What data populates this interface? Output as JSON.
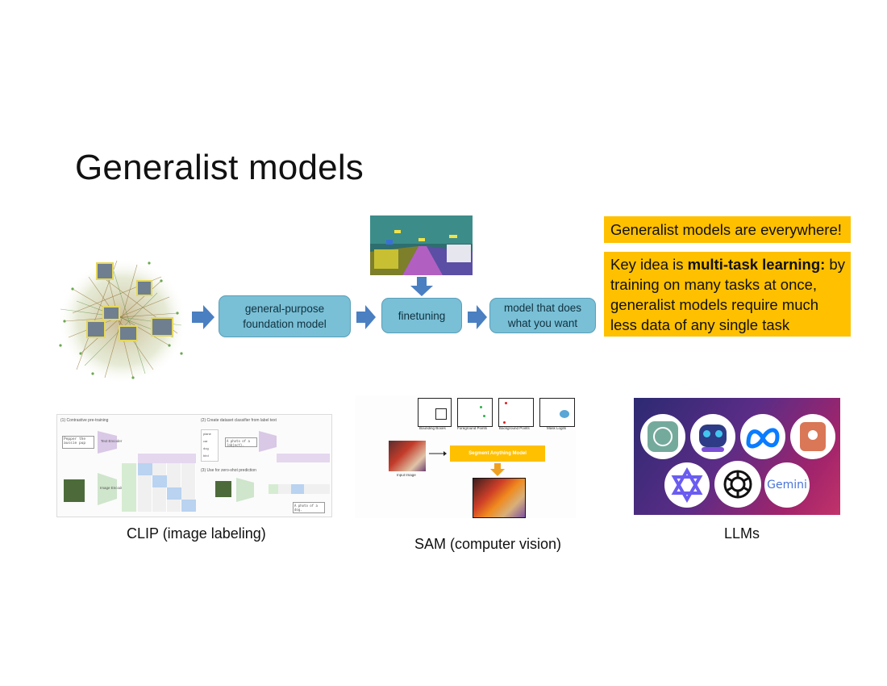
{
  "slide": {
    "title": "Generalist models"
  },
  "flow": {
    "box1": [
      "general-purpose",
      "foundation model"
    ],
    "box2": "finetuning",
    "box3": [
      "model that does",
      "what you want"
    ]
  },
  "callouts": {
    "headline": "Generalist models are everywhere!",
    "key_idea_prefix": "Key idea is ",
    "key_idea_bold": "multi-task learning:",
    "key_idea_rest": " by training on many tasks at once, generalist models require much less data of any single task"
  },
  "clip_figure": {
    "step1": "(1) Contrastive pre-training",
    "step2": "(2) Create dataset classifier from label text",
    "step3": "(3) Use for zero-shot prediction",
    "text_input": "Pepper the aussie pup",
    "text_encoder": "Text Encoder",
    "image_encoder": "Image Encoder",
    "label_list": [
      "plane",
      "car",
      "dog",
      "bird"
    ],
    "prompt": "A photo of a {object}.",
    "result": "A photo of a dog."
  },
  "sam_figure": {
    "prompts": [
      "Bounding Boxes",
      "Foreground Points",
      "Background Points",
      "Mask Logits"
    ],
    "input_label": "Input Image",
    "model_label": "Segment Anything Model"
  },
  "llm_figure": {
    "logos": [
      "chatgpt-icon",
      "copilot-icon",
      "meta-icon",
      "claude-icon",
      "qwen-icon",
      "openai-icon",
      "gemini-icon"
    ],
    "gemini_text": "Gemini"
  },
  "captions": {
    "clip": "CLIP (image labeling)",
    "sam": "SAM (computer vision)",
    "llms": "LLMs"
  },
  "colors": {
    "flow_box": "#79bfd6",
    "arrow": "#4a7fc1",
    "callout": "#ffc000"
  }
}
